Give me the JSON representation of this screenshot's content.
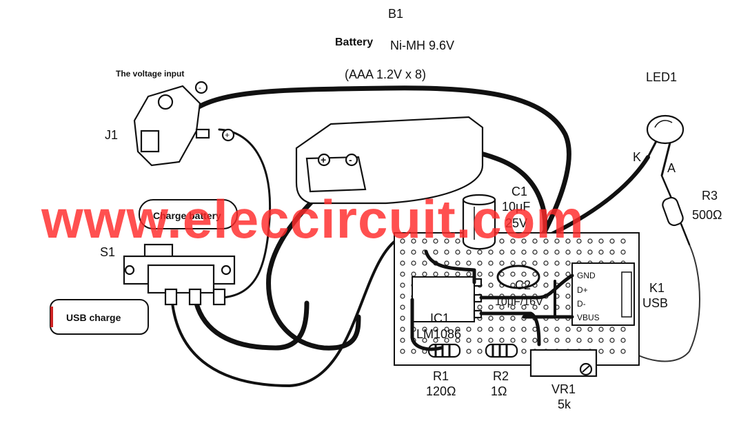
{
  "battery": {
    "ref": "B1",
    "title": "Battery",
    "type": "Ni-MH 9.6V",
    "cells": "(AAA 1.2V x 8)",
    "pos_symbol": "+",
    "neg_symbol": "-"
  },
  "input": {
    "label": "The voltage input",
    "ref": "J1",
    "neg_symbol": "-",
    "pos_symbol": "+"
  },
  "led": {
    "ref": "LED1",
    "cathode": "K",
    "anode": "A"
  },
  "resistors": {
    "r3_ref": "R3",
    "r3_value": "500Ω",
    "r1_ref": "R1",
    "r1_value": "120Ω",
    "r2_ref": "R2",
    "r2_value": "1Ω"
  },
  "capacitors": {
    "c1_ref": "C1",
    "c1_cap": "10μF",
    "c1_volt": "25V",
    "c2_ref": "C2",
    "c2_value": "10μF/16V"
  },
  "ic": {
    "ref": "IC1",
    "part": "LM1086"
  },
  "usb": {
    "ref": "K1",
    "type": "USB",
    "pins": [
      "GND",
      "D+",
      "D-",
      "VBUS"
    ]
  },
  "switch": {
    "ref": "S1"
  },
  "trimmer": {
    "ref": "VR1",
    "value": "5k"
  },
  "buttons": {
    "charge_battery": "Charge battery",
    "usb_charge": "USB charge"
  },
  "watermark": "www.eleccircuit.com",
  "colors": {
    "watermark": "#ff2a2a",
    "ink": "#111111",
    "usb_button_accent": "#cc2222"
  }
}
